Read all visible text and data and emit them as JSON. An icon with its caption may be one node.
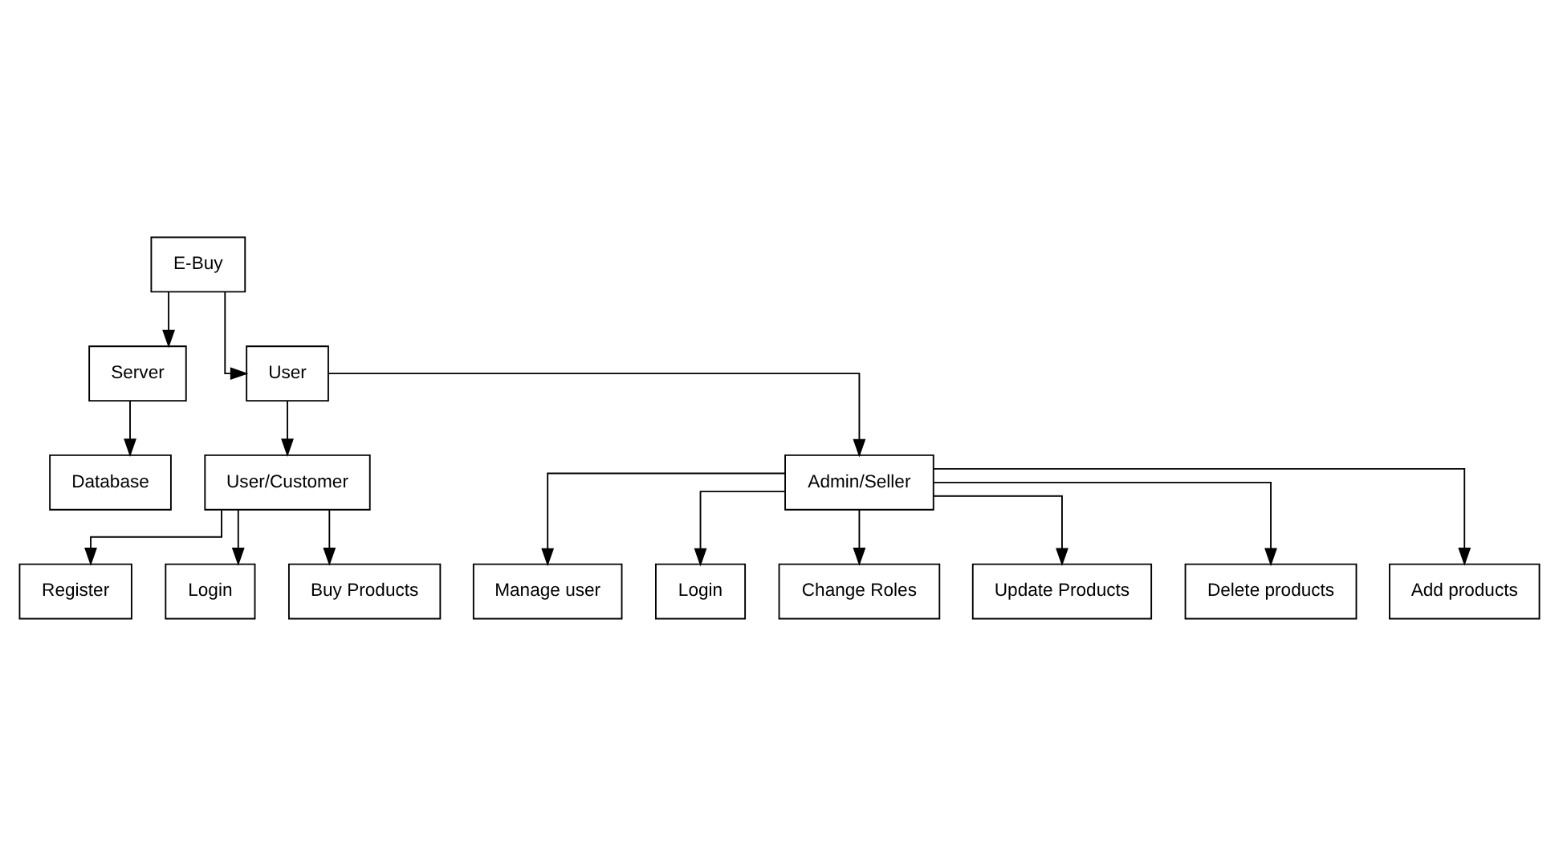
{
  "diagram": {
    "nodes": [
      {
        "text": [
          "E-Buy"
        ]
      },
      {
        "text": [
          "Server"
        ]
      },
      {
        "text": [
          "User"
        ]
      },
      {
        "text": [
          "Database"
        ]
      },
      {
        "text": [
          "User/Customer"
        ]
      },
      {
        "text": [
          "Admin/Seller"
        ]
      },
      {
        "text": [
          "Manage user"
        ]
      },
      {
        "text": [
          "Register"
        ]
      },
      {
        "text": [
          "Login"
        ]
      },
      {
        "text": [
          "Buy Products"
        ]
      },
      {
        "text": [
          "Login"
        ]
      },
      {
        "text": [
          "Change Roles"
        ]
      },
      {
        "text": [
          "Update Products"
        ]
      },
      {
        "text": [
          "Delete products"
        ]
      },
      {
        "text": [
          "Add products"
        ]
      }
    ],
    "edges": [
      {
        "from": 0,
        "to": 2,
        "arrow": "to"
      },
      {
        "from": 0,
        "to": 1,
        "arrow": "to"
      },
      {
        "from": 1,
        "to": 3,
        "arrow": "to"
      },
      {
        "from": 2,
        "to": 4,
        "arrow": "to"
      },
      {
        "from": 2,
        "to": 5,
        "arrow": "to"
      },
      {
        "from": 4,
        "to": 7,
        "arrow": "to"
      },
      {
        "from": 4,
        "to": 8,
        "arrow": "to"
      },
      {
        "from": 4,
        "to": 9,
        "arrow": "to"
      },
      {
        "from": 5,
        "to": 6,
        "arrow": "to"
      },
      {
        "from": 5,
        "to": 10,
        "arrow": "to"
      },
      {
        "from": 5,
        "to": 14,
        "arrow": "to"
      },
      {
        "from": 5,
        "to": 11,
        "arrow": "to"
      },
      {
        "from": 5,
        "to": 12,
        "arrow": "to"
      },
      {
        "from": 5,
        "to": 13,
        "arrow": "to"
      }
    ]
  }
}
